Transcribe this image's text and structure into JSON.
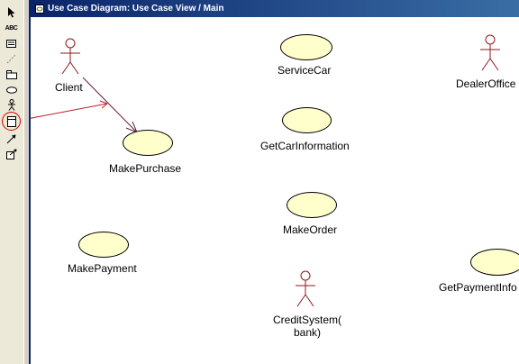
{
  "window": {
    "title": "Use Case Diagram: Use Case View / Main"
  },
  "toolbar": {
    "tools": [
      {
        "name": "selection-tool",
        "icon": "arrow-pointer-icon"
      },
      {
        "name": "text-tool",
        "label": "ABC",
        "icon": "text-icon"
      },
      {
        "name": "note-tool",
        "icon": "note-icon"
      },
      {
        "name": "anchor-tool",
        "icon": "dashed-line-icon"
      },
      {
        "name": "package-tool",
        "icon": "package-icon"
      },
      {
        "name": "use-case-tool",
        "icon": "ellipse-icon"
      },
      {
        "name": "actor-tool",
        "icon": "stick-figure-icon"
      },
      {
        "name": "class-tool",
        "icon": "class-box-icon",
        "selected": true
      },
      {
        "name": "association-tool",
        "icon": "diagonal-arrow-icon"
      },
      {
        "name": "dependency-tool",
        "icon": "dependency-icon"
      }
    ]
  },
  "diagram": {
    "actors": [
      {
        "id": "client",
        "label": "Client"
      },
      {
        "id": "dealer-office",
        "label": "DealerOffice"
      },
      {
        "id": "credit-system",
        "label": "CreditSystem(\nbank)"
      }
    ],
    "use_cases": [
      {
        "id": "service-car",
        "label": "ServiceCar"
      },
      {
        "id": "get-car-information",
        "label": "GetCarInformation"
      },
      {
        "id": "make-purchase",
        "label": "MakePurchase"
      },
      {
        "id": "make-order",
        "label": "MakeOrder"
      },
      {
        "id": "make-payment",
        "label": "MakePayment"
      },
      {
        "id": "get-payment-info",
        "label": "GetPaymentInfo"
      }
    ],
    "associations": [
      {
        "from": "client",
        "to": "make-purchase"
      }
    ]
  },
  "colors": {
    "use_case_fill": "#ffffcc",
    "title_bar": "#0a246a",
    "annotation": "#c0202a"
  }
}
